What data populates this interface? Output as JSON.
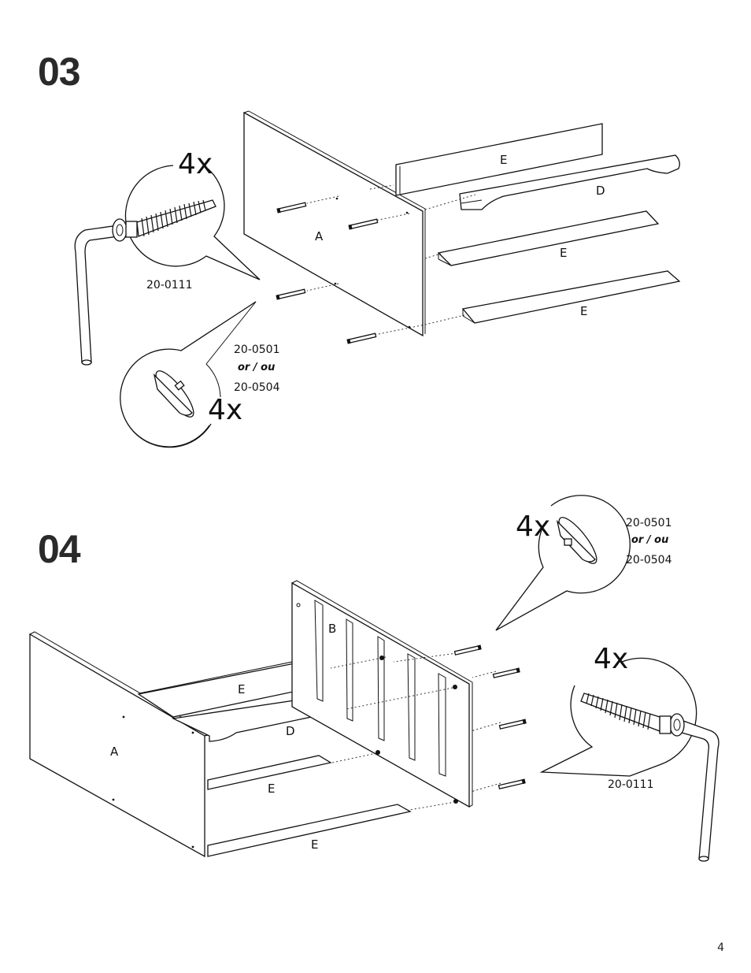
{
  "steps": [
    {
      "number": "03",
      "labels": {
        "panel_a": "A",
        "board_e_top": "E",
        "board_d": "D",
        "board_e_mid": "E",
        "board_e_bottom": "E"
      },
      "hardware": {
        "screw_qty": "4x",
        "screw_ref": "20-0111",
        "cam_qty": "4x",
        "cam_ref_1": "20-0501",
        "cam_or": "or / ou",
        "cam_ref_2": "20-0504"
      }
    },
    {
      "number": "04",
      "labels": {
        "panel_a": "A",
        "panel_b": "B",
        "board_e_top": "E",
        "board_d": "D",
        "board_e_mid": "E",
        "board_e_bottom": "E"
      },
      "hardware": {
        "cam_qty": "4x",
        "cam_ref_1": "20-0501",
        "cam_or": "or / ou",
        "cam_ref_2": "20-0504",
        "screw_qty": "4x",
        "screw_ref": "20-0111"
      }
    }
  ],
  "page_number": "4"
}
